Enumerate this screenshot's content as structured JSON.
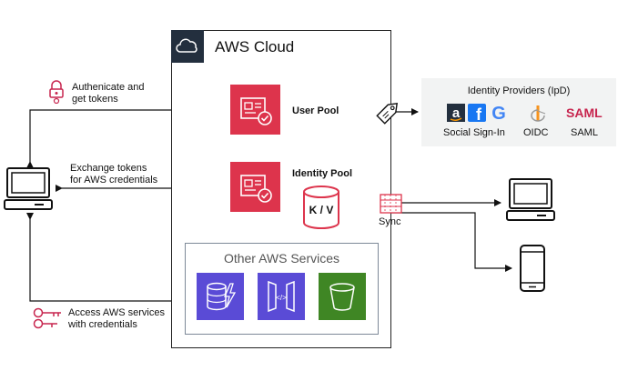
{
  "cloud": {
    "title": "AWS Cloud"
  },
  "labels": {
    "auth": [
      "Authenicate and",
      "get tokens"
    ],
    "exchange": [
      "Exchange tokens",
      "for AWS credentials"
    ],
    "access": [
      "Access AWS services",
      "with credentials"
    ]
  },
  "user_pool": {
    "label": "User Pool"
  },
  "identity_pool": {
    "label": "Identity Pool"
  },
  "kv": {
    "label": "K / V"
  },
  "sync": {
    "label": "Sync"
  },
  "other_services": {
    "title": "Other AWS Services"
  },
  "idp": {
    "title": "Identity Providers (IpD)",
    "social": "Social Sign-In",
    "oidc": "OIDC",
    "saml_caption": "SAML",
    "saml_logo": "SAML",
    "amazon_letter": "a",
    "facebook_letter": "f",
    "google_letter": "G"
  },
  "colors": {
    "red": "#dd344c",
    "purple": "#5a4bd6",
    "green": "#3f8624",
    "dark": "#232f3e",
    "pink": "#c7254e"
  }
}
